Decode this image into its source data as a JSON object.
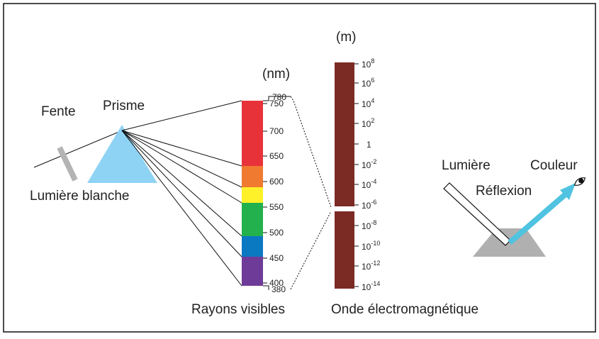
{
  "labels": {
    "fente": "Fente",
    "prisme": "Prisme",
    "lumiere_blanche": "Lumière blanche",
    "nm_unit": "(nm)",
    "m_unit": "(m)",
    "rayons_visibles": "Rayons visibles",
    "onde": "Onde électromagnétique",
    "lumiere": "Lumière",
    "couleur": "Couleur",
    "reflexion": "Réflexion"
  },
  "visible_scale": {
    "bracket_top": "780",
    "bracket_bottom": "380",
    "ticks": [
      "750",
      "700",
      "650",
      "600",
      "550",
      "500",
      "450",
      "400"
    ],
    "bands": [
      {
        "name": "red",
        "color": "#e8323a"
      },
      {
        "name": "orange",
        "color": "#ef7a30"
      },
      {
        "name": "yellow",
        "color": "#fff129"
      },
      {
        "name": "green",
        "color": "#22b14c"
      },
      {
        "name": "blue",
        "color": "#0b78c2"
      },
      {
        "name": "violet",
        "color": "#6f3b98"
      }
    ]
  },
  "em_scale": {
    "color": "#7b2a24",
    "ticks": [
      {
        "base": "10",
        "exp": "8"
      },
      {
        "base": "10",
        "exp": "6"
      },
      {
        "base": "10",
        "exp": "4"
      },
      {
        "base": "10",
        "exp": "2"
      },
      {
        "base": "1",
        "exp": ""
      },
      {
        "base": "10",
        "exp": "-2"
      },
      {
        "base": "10",
        "exp": "-4"
      },
      {
        "base": "10",
        "exp": "-6"
      },
      {
        "base": "10",
        "exp": "-8"
      },
      {
        "base": "10",
        "exp": "-10"
      },
      {
        "base": "10",
        "exp": "-12"
      },
      {
        "base": "10",
        "exp": "-14"
      }
    ]
  },
  "colors": {
    "prism": "#8fd3f4",
    "slit": "#b4b4b4",
    "surface": "#b0b0b0",
    "reflected_ray": "#4fc3e0"
  }
}
